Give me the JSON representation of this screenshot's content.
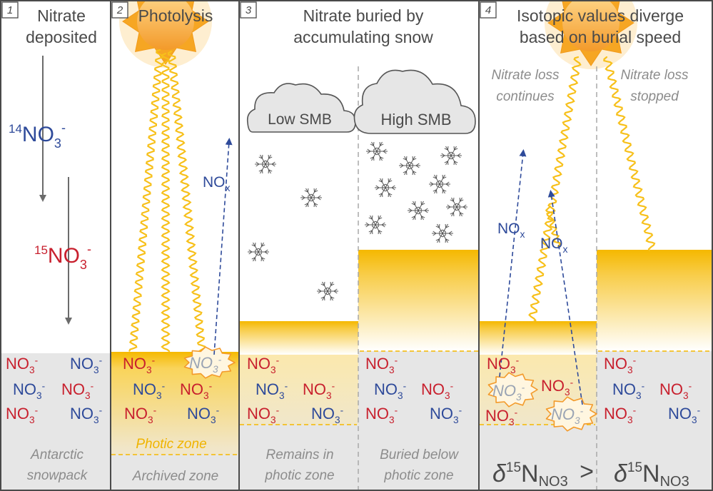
{
  "panels": [
    {
      "number": "1",
      "title_lines": [
        "Nitrate",
        "deposited"
      ],
      "caption_lines": [
        "Antarctic",
        "snowpack"
      ]
    },
    {
      "number": "2",
      "title_lines": [
        "Photolysis"
      ],
      "photic_label": "Photic zone",
      "archived_label": "Archived zone"
    },
    {
      "number": "3",
      "title_lines": [
        "Nitrate buried by",
        "accumulating snow"
      ],
      "cloud_left": "Low SMB",
      "cloud_right": "High SMB",
      "caption_left_lines": [
        "Remains in",
        "photic zone"
      ],
      "caption_right_lines": [
        "Buried below",
        "photic zone"
      ]
    },
    {
      "number": "4",
      "title_lines": [
        "Isotopic values diverge",
        "based on burial speed"
      ],
      "loss_left_lines": [
        "Nitrate loss",
        "continues"
      ],
      "loss_right_lines": [
        "Nitrate loss",
        "stopped"
      ]
    }
  ],
  "chem": {
    "no3_main": "NO",
    "sub3": "3",
    "minus": "-",
    "n14_mass": "14",
    "n15_mass": "15",
    "nox_main": "NO",
    "nox_sub": "x"
  },
  "comparison": {
    "delta": "δ",
    "mass": "15",
    "element": "N",
    "subscript": "NO3",
    "operator": ">"
  },
  "colors": {
    "nitrate_15": "#c8202e",
    "nitrate_14": "#2e4a9a",
    "photolysed": "#9aa4b4",
    "sun": "#f6a623",
    "photic_zone": "#f5b800",
    "snowpack": "#e6e6e6",
    "border": "#4a4a4a"
  }
}
